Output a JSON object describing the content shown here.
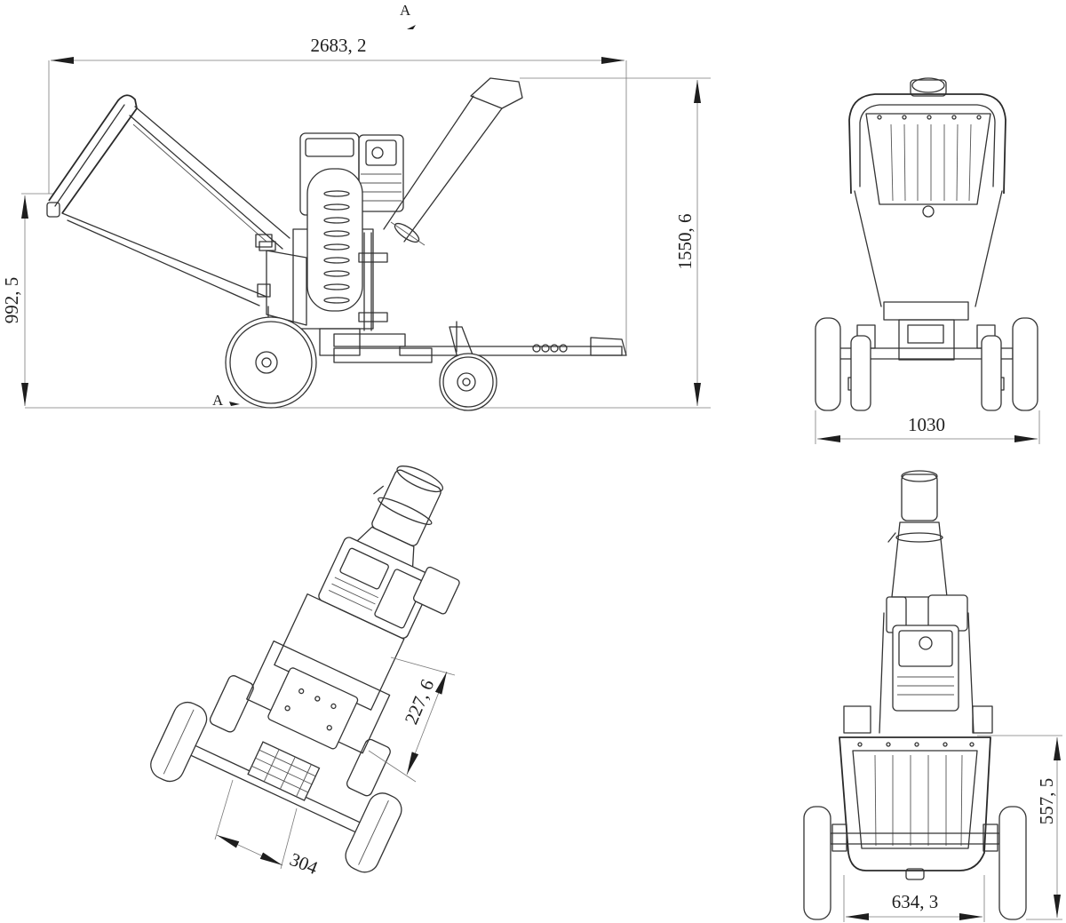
{
  "drawing": {
    "side_view": {
      "section_label_top": "A",
      "section_label_bottom": "A",
      "overall_length": "2683, 2",
      "overall_height": "1550, 6",
      "hopper_height": "992, 5"
    },
    "front_view": {
      "overall_width": "1030"
    },
    "isometric_view": {
      "dimension_1": "227, 6",
      "dimension_2": "304"
    },
    "rear_view": {
      "hopper_height": "557, 5",
      "track_width": "634, 3"
    }
  }
}
